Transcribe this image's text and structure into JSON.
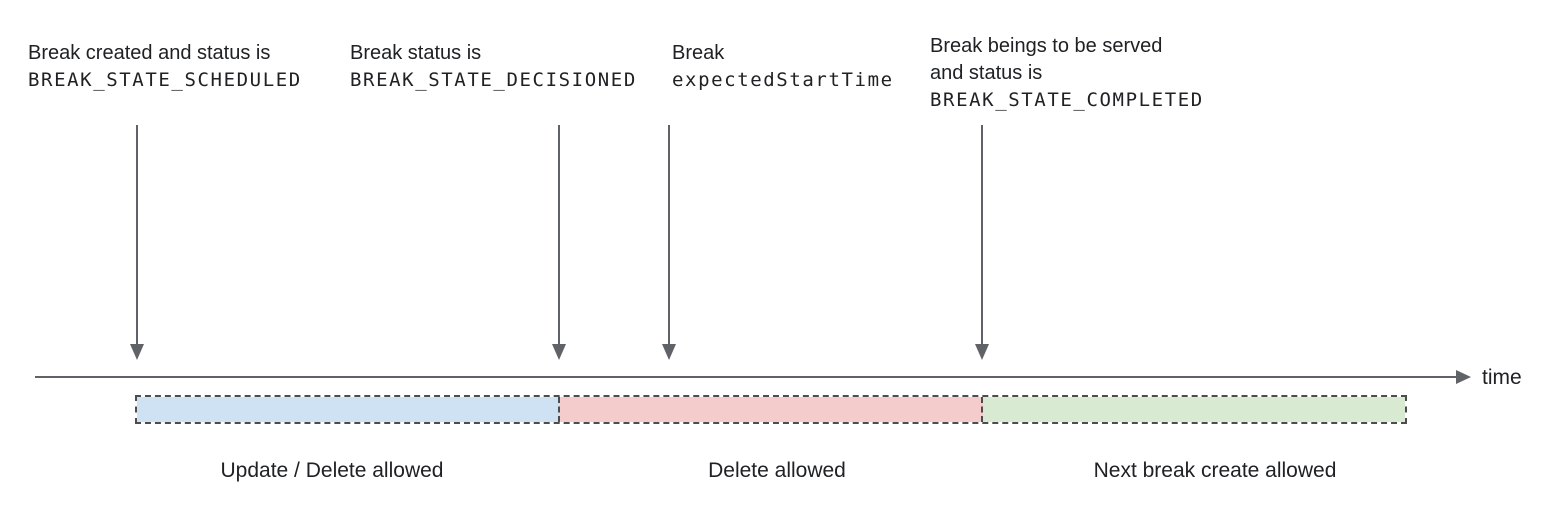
{
  "diagram": {
    "annotations": [
      {
        "line1": "Break created and status is",
        "code": "BREAK_STATE_SCHEDULED"
      },
      {
        "line1": "Break status is",
        "code": "BREAK_STATE_DECISIONED"
      },
      {
        "line1": "Break",
        "code": "expectedStartTime"
      },
      {
        "line1": "Break beings to be served",
        "line2": "and status is",
        "code": "BREAK_STATE_COMPLETED"
      }
    ],
    "timeline": {
      "axis_label": "time",
      "line_color": "#5f6368"
    },
    "segments": [
      {
        "label": "Update / Delete allowed",
        "fill": "#cfe2f3"
      },
      {
        "label": "Delete allowed",
        "fill": "#f4cccc"
      },
      {
        "label": "Next break create allowed",
        "fill": "#d9ead3"
      }
    ],
    "border_color": "#4d4d4d",
    "text_color": "#202124"
  }
}
